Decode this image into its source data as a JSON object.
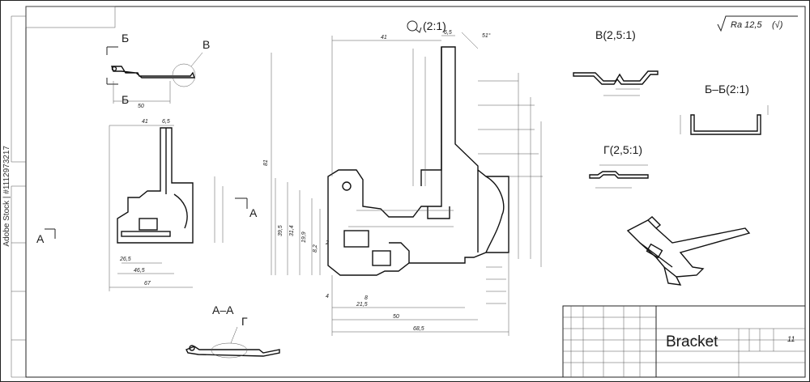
{
  "sheet": {
    "roughness": "Ra 12,5",
    "roughness_suffix": "(√)",
    "title": "Bracket",
    "sheet_number": "11"
  },
  "main_view": {
    "label": "(2:1)",
    "dims_top": [
      "41",
      "6,5",
      "51°"
    ],
    "dims_left": [
      "81",
      "39,5",
      "31,4",
      "19,9",
      "8,2",
      "2",
      "4",
      "8"
    ],
    "dims_bottom": [
      "21,5",
      "50",
      "68,5"
    ]
  },
  "view_a": {
    "label": "A–A",
    "sub_label": "Г"
  },
  "view_b": {
    "label": "B(2,5:1)"
  },
  "view_bb": {
    "label": "Б–Б(2:1)"
  },
  "view_g": {
    "label": "Г(2,5:1)"
  },
  "left_view": {
    "section_b": "Б",
    "callout_b": "B",
    "section_a": "A",
    "dims": [
      "41",
      "6,5",
      "67",
      "46,5",
      "26,5",
      "50"
    ]
  },
  "watermark": "Adobe Stock | #1112973217"
}
